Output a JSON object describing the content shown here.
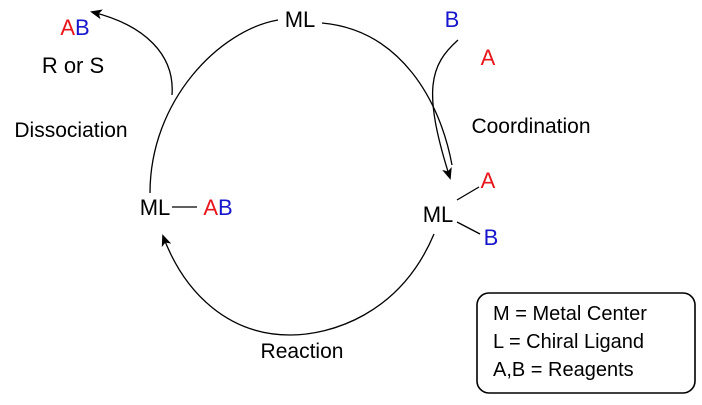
{
  "colors": {
    "reagent_a": "#e8161b",
    "reagent_b": "#1616cc",
    "ink": "#000000",
    "background": "#ffffff"
  },
  "catalyst": "ML",
  "reagents": {
    "a": "A",
    "b": "B"
  },
  "product": {
    "a": "A",
    "b": "B",
    "stereo": "R or S"
  },
  "steps": {
    "coordination": "Coordination",
    "reaction": "Reaction",
    "dissociation": "Dissociation"
  },
  "legend": [
    "M = Metal Center",
    "L = Chiral Ligand",
    "A,B = Reagents"
  ]
}
